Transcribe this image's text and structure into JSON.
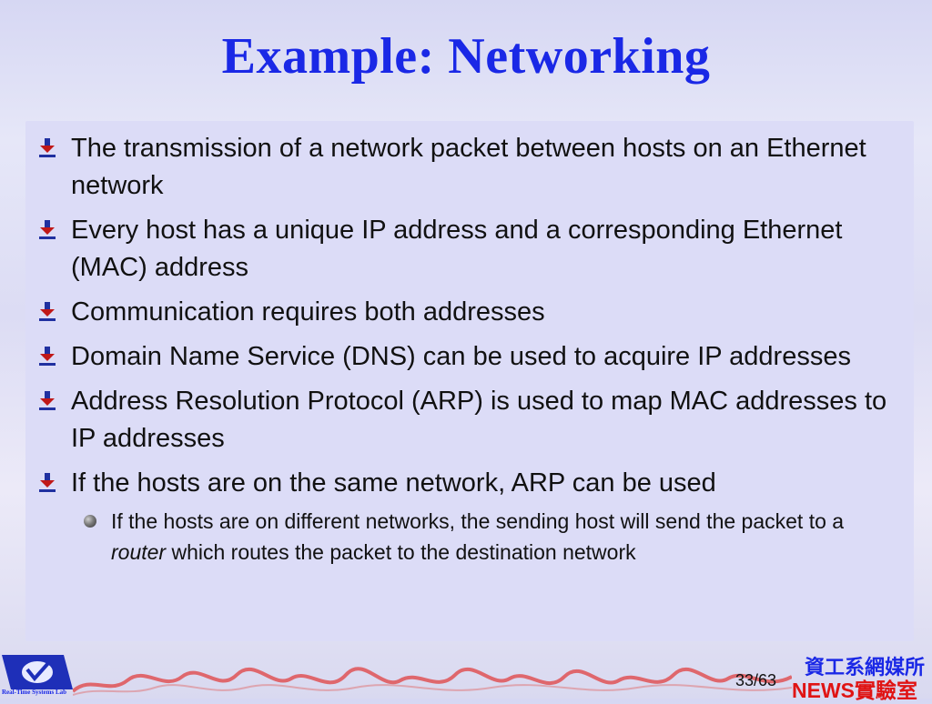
{
  "slide": {
    "title": "Example: Networking",
    "bullets": [
      "The transmission of a network packet between hosts on an Ethernet network",
      "Every host has a unique IP address and a corresponding Ethernet (MAC) address",
      "Communication requires both addresses",
      "Domain Name Service (DNS) can be used to acquire IP addresses",
      "Address Resolution Protocol (ARP) is used to map MAC addresses to IP addresses",
      "If the hosts are on the same network, ARP can be used"
    ],
    "sub_bullet": {
      "before": "If the hosts are on different networks, the sending host will send the packet to a ",
      "emphasis": "router",
      "after": " which routes the packet to the destination network"
    }
  },
  "footer": {
    "page": "33",
    "total": "/63",
    "lab_chinese": "資工系網媒所",
    "lab_news": "NEWS實驗室",
    "logo_text": "Real-Time Systems Lab"
  },
  "colors": {
    "title": "#1a28e6",
    "news": "#e01414",
    "bullet_red": "#c01818",
    "bullet_blue": "#2030a0"
  },
  "icons": {
    "bullet": "download-arrow-icon",
    "sub_bullet": "sphere-bullet-icon",
    "logo": "rtslab-logo-icon"
  }
}
